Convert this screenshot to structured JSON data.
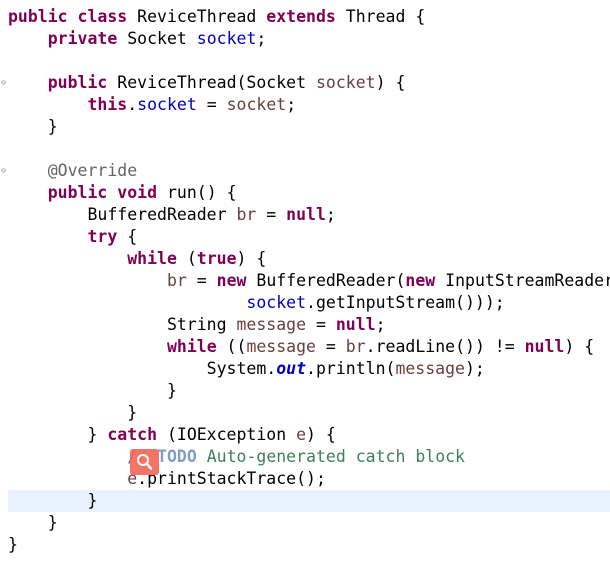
{
  "editor": {
    "current_line": 22,
    "fold_markers": [
      {
        "line": 3,
        "symbol": "⊖"
      },
      {
        "line": 7,
        "symbol": "⊖"
      }
    ],
    "lines": [
      [
        [
          "kw",
          "public"
        ],
        [
          "text",
          " "
        ],
        [
          "kw",
          "class"
        ],
        [
          "text",
          " ReviceThread "
        ],
        [
          "kw",
          "extends"
        ],
        [
          "text",
          " Thread {"
        ]
      ],
      [
        [
          "text",
          "    "
        ],
        [
          "kw",
          "private"
        ],
        [
          "text",
          " Socket "
        ],
        [
          "field",
          "socket"
        ],
        [
          "text",
          ";"
        ]
      ],
      [],
      [
        [
          "text",
          "    "
        ],
        [
          "kw",
          "public"
        ],
        [
          "text",
          " ReviceThread(Socket "
        ],
        [
          "var",
          "socket"
        ],
        [
          "text",
          ") {"
        ]
      ],
      [
        [
          "text",
          "        "
        ],
        [
          "kw",
          "this"
        ],
        [
          "text",
          "."
        ],
        [
          "field",
          "socket"
        ],
        [
          "text",
          " = "
        ],
        [
          "var",
          "socket"
        ],
        [
          "text",
          ";"
        ]
      ],
      [
        [
          "text",
          "    }"
        ]
      ],
      [],
      [
        [
          "text",
          "    "
        ],
        [
          "ann",
          "@Override"
        ]
      ],
      [
        [
          "text",
          "    "
        ],
        [
          "kw",
          "public"
        ],
        [
          "text",
          " "
        ],
        [
          "kw",
          "void"
        ],
        [
          "text",
          " run() {"
        ]
      ],
      [
        [
          "text",
          "        BufferedReader "
        ],
        [
          "var",
          "br"
        ],
        [
          "text",
          " = "
        ],
        [
          "kw",
          "null"
        ],
        [
          "text",
          ";"
        ]
      ],
      [
        [
          "text",
          "        "
        ],
        [
          "kw",
          "try"
        ],
        [
          "text",
          " {"
        ]
      ],
      [
        [
          "text",
          "            "
        ],
        [
          "kw",
          "while"
        ],
        [
          "text",
          " ("
        ],
        [
          "kw",
          "true"
        ],
        [
          "text",
          ") {"
        ]
      ],
      [
        [
          "text",
          "                "
        ],
        [
          "var",
          "br"
        ],
        [
          "text",
          " = "
        ],
        [
          "kw",
          "new"
        ],
        [
          "text",
          " BufferedReader("
        ],
        [
          "kw",
          "new"
        ],
        [
          "text",
          " InputStreamReader("
        ]
      ],
      [
        [
          "text",
          "                        "
        ],
        [
          "field",
          "socket"
        ],
        [
          "text",
          ".getInputStream()));"
        ]
      ],
      [
        [
          "text",
          "                String "
        ],
        [
          "var",
          "message"
        ],
        [
          "text",
          " = "
        ],
        [
          "kw",
          "null"
        ],
        [
          "text",
          ";"
        ]
      ],
      [
        [
          "text",
          "                "
        ],
        [
          "kw",
          "while"
        ],
        [
          "text",
          " (("
        ],
        [
          "var",
          "message"
        ],
        [
          "text",
          " = "
        ],
        [
          "var",
          "br"
        ],
        [
          "text",
          ".readLine()) != "
        ],
        [
          "kw",
          "null"
        ],
        [
          "text",
          ") {"
        ]
      ],
      [
        [
          "text",
          "                    System."
        ],
        [
          "static",
          "out"
        ],
        [
          "text",
          ".println("
        ],
        [
          "var",
          "message"
        ],
        [
          "text",
          ");"
        ]
      ],
      [
        [
          "text",
          "                }"
        ]
      ],
      [
        [
          "text",
          "            }"
        ]
      ],
      [
        [
          "text",
          "        } "
        ],
        [
          "kw",
          "catch"
        ],
        [
          "text",
          " (IOException "
        ],
        [
          "var",
          "e"
        ],
        [
          "text",
          ") {"
        ]
      ],
      [
        [
          "text",
          "            "
        ],
        [
          "comment",
          "// "
        ],
        [
          "todo",
          "TODO"
        ],
        [
          "comment",
          " Auto-generated catch block"
        ]
      ],
      [
        [
          "text",
          "            "
        ],
        [
          "var",
          "e"
        ],
        [
          "text",
          ".printStackTrace();"
        ]
      ],
      [
        [
          "text",
          "        }"
        ]
      ],
      [
        [
          "text",
          "    }"
        ]
      ],
      [
        [
          "text",
          "}"
        ]
      ]
    ],
    "overlay_icon": "search-magnifier-icon"
  },
  "colors": {
    "keyword": "#7f0055",
    "field": "#0000c0",
    "variable": "#6a3e3e",
    "annotation": "#646464",
    "comment": "#3f7f5f",
    "todo": "#7f9fbf",
    "current_line_highlight": "#e8f2fe",
    "overlay_icon_background": "#f16a5a"
  }
}
